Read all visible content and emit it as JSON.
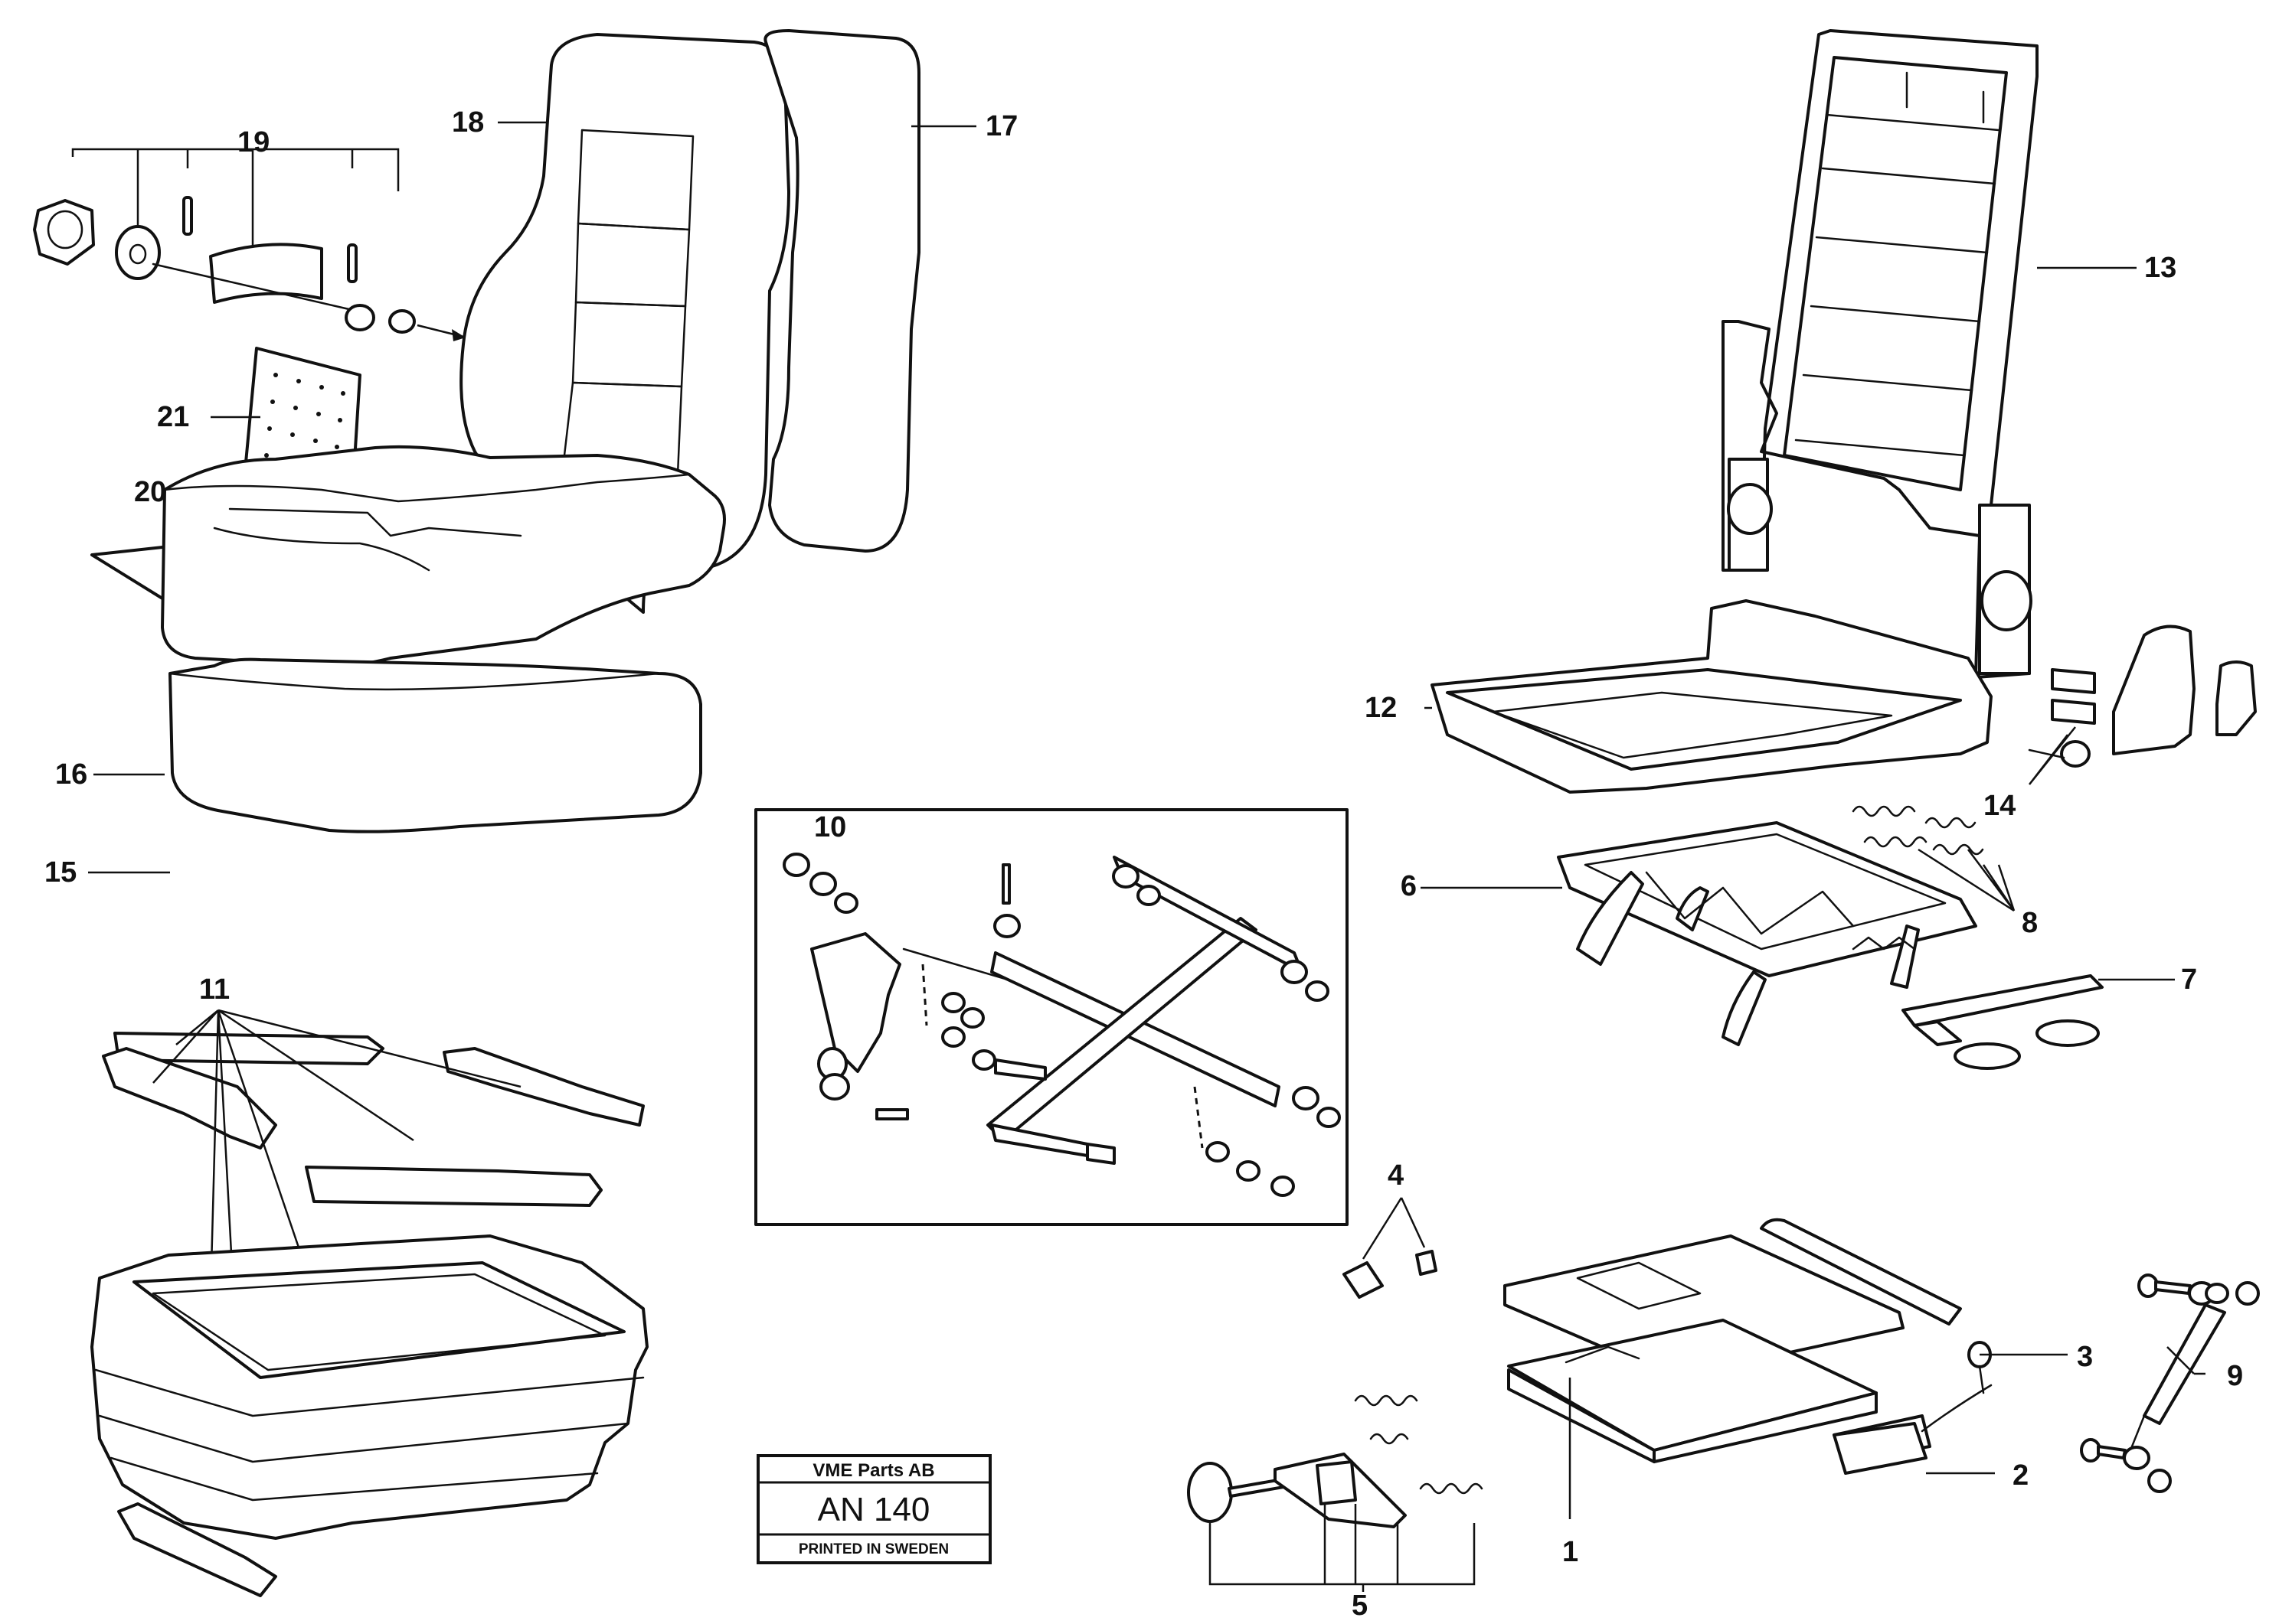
{
  "labels": {
    "p1": "1",
    "p2": "2",
    "p3": "3",
    "p4": "4",
    "p5": "5",
    "p6": "6",
    "p7": "7",
    "p8": "8",
    "p9": "9",
    "p10": "10",
    "p11": "11",
    "p12": "12",
    "p13": "13",
    "p14": "14",
    "p15": "15",
    "p16": "16",
    "p17": "17",
    "p18": "18",
    "p19": "19",
    "p20": "20",
    "p21": "21"
  },
  "stamp": {
    "company": "VME Parts AB",
    "code": "AN 140",
    "printed": "PRINTED IN SWEDEN"
  }
}
